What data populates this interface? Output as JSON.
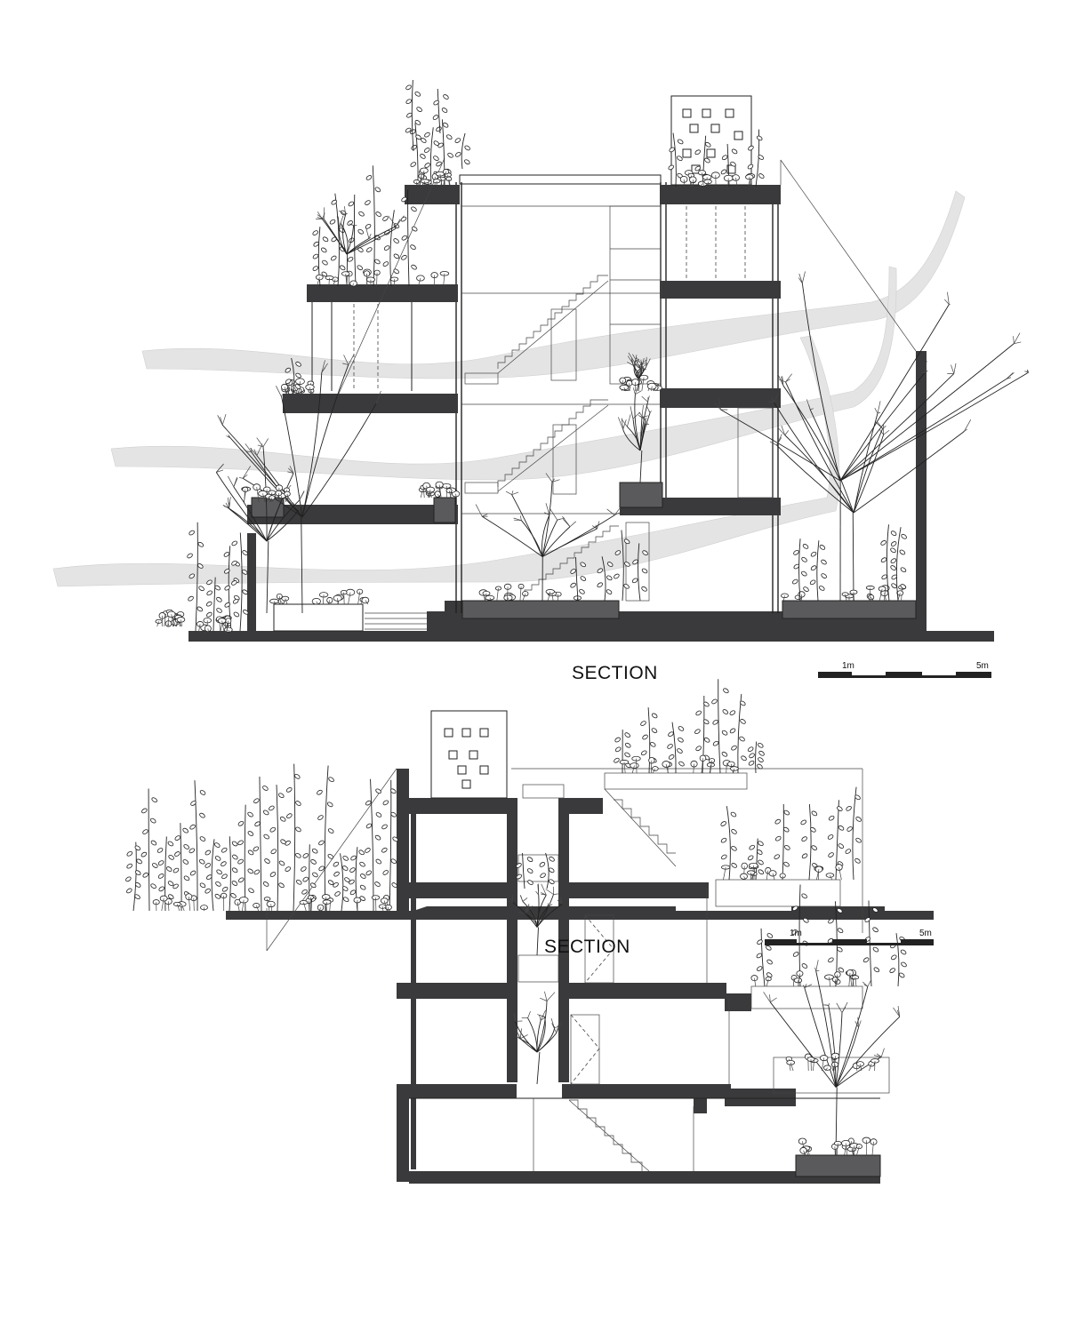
{
  "drawings": [
    {
      "title": "SECTION",
      "scale_bar": {
        "start_label": "1m",
        "end_label": "5m"
      }
    },
    {
      "title": "SECTION",
      "scale_bar": {
        "start_label": "1m",
        "end_label": "5m"
      }
    }
  ]
}
